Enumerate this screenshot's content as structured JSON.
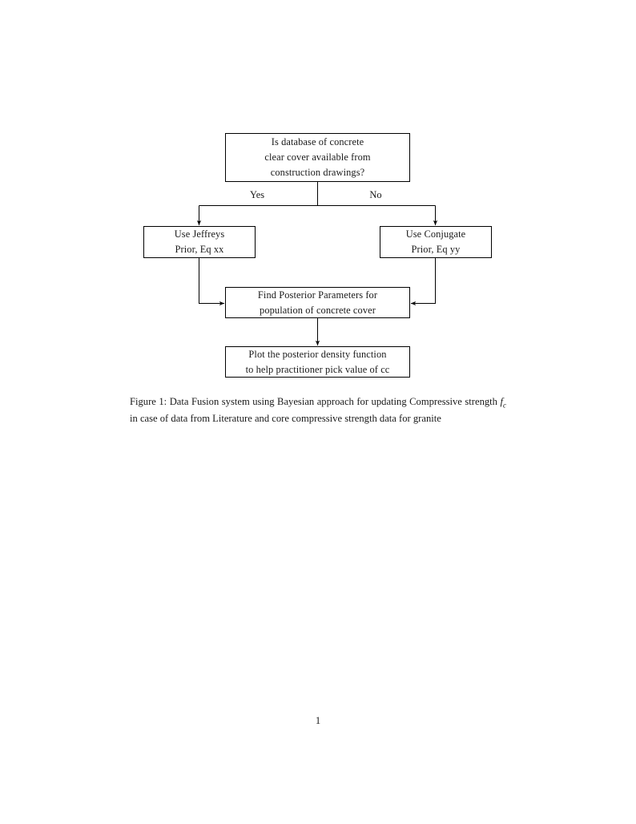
{
  "document": {
    "page_number": "1",
    "ink_color": "#1a1a1a",
    "paper_color": "#ffffff"
  },
  "figure": {
    "nodes": {
      "decision": {
        "lines": [
          "Is database of concrete",
          "clear cover available from",
          "construction drawings?"
        ]
      },
      "jeffreys": {
        "lines": [
          "Use Jeffreys",
          "Prior, Eq xx"
        ]
      },
      "conjugate": {
        "lines": [
          "Use Conjugate",
          "Prior, Eq yy"
        ]
      },
      "posterior": {
        "lines": [
          "Find Posterior Parameters for",
          "population of concrete cover"
        ]
      },
      "plot": {
        "lines": [
          "Plot the posterior density function",
          "to help practitioner pick value of cc"
        ]
      }
    },
    "edge_labels": {
      "yes": "Yes",
      "no": "No"
    }
  },
  "caption": {
    "label": "Figure 1:",
    "text_before_math": " Data Fusion system using Bayesian approach for updating Compressive strength ",
    "math_symbol": "f",
    "math_subscript": "c",
    "text_after_math": " in case of data from Literature and core compressive strength data for granite",
    "full_text": "Figure 1: Data Fusion system using Bayesian approach for updating Compressive strength fc in case of data from Literature and core compressive strength data for granite"
  }
}
